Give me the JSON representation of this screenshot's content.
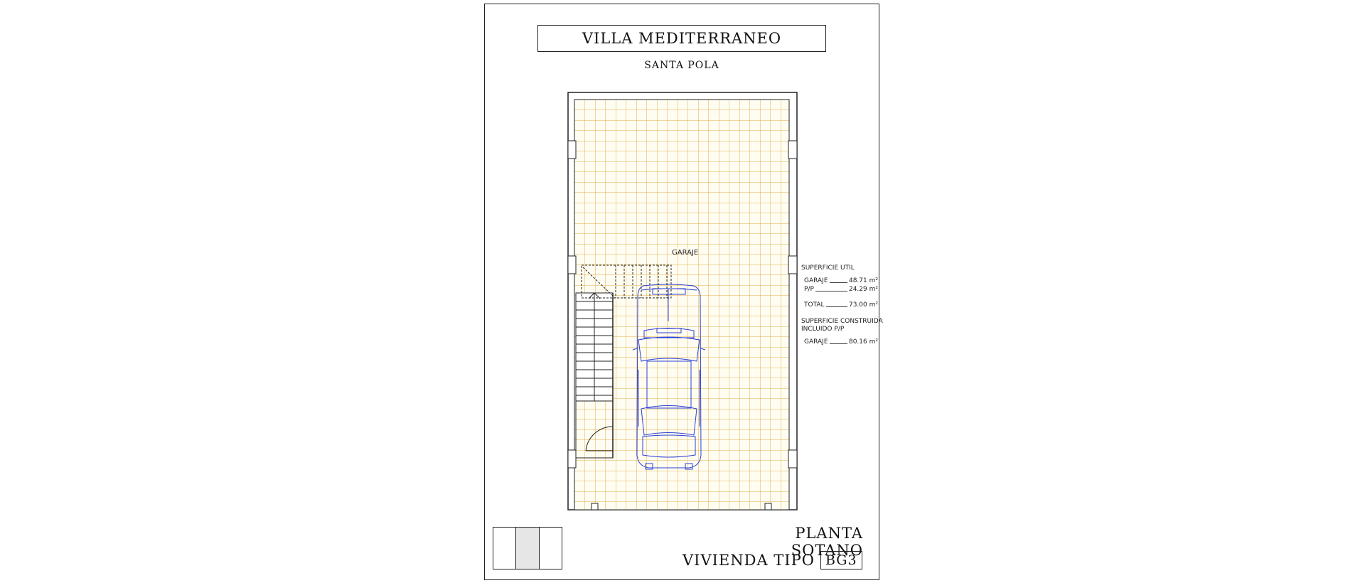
{
  "document": {
    "title": "VILLA MEDITERRANEO",
    "location": "SANTA POLA",
    "room_label": "GARAJE",
    "areas": {
      "useful_heading": "SUPERFICIE UTIL",
      "useful_rows": [
        {
          "label": "GARAJE",
          "value": "48.71 m²"
        },
        {
          "label": "P/P",
          "value": "24.29 m²"
        }
      ],
      "useful_total": {
        "label": "TOTAL",
        "value": "73.00 m²"
      },
      "built_heading_1": "SUPERFICIE CONSTRUIDA",
      "built_heading_2": "INCLUIDO P/P",
      "built_rows": [
        {
          "label": "GARAJE",
          "value": "80.16 m²"
        }
      ]
    },
    "floor_name": "PLANTA SOTANO",
    "dwelling_label": "VIVIENDA TIPO",
    "dwelling_type": "BG3"
  },
  "colors": {
    "tile_grid": "#e0b04a",
    "tile_fill": "#fffdf2",
    "car_lines": "#2b3fd6",
    "walls": "#222222"
  },
  "icons": {
    "car": "car-icon",
    "stairs": "stairs-icon",
    "door": "door-swing-icon"
  },
  "floor_selector": {
    "levels": 3,
    "active_index": 1
  }
}
